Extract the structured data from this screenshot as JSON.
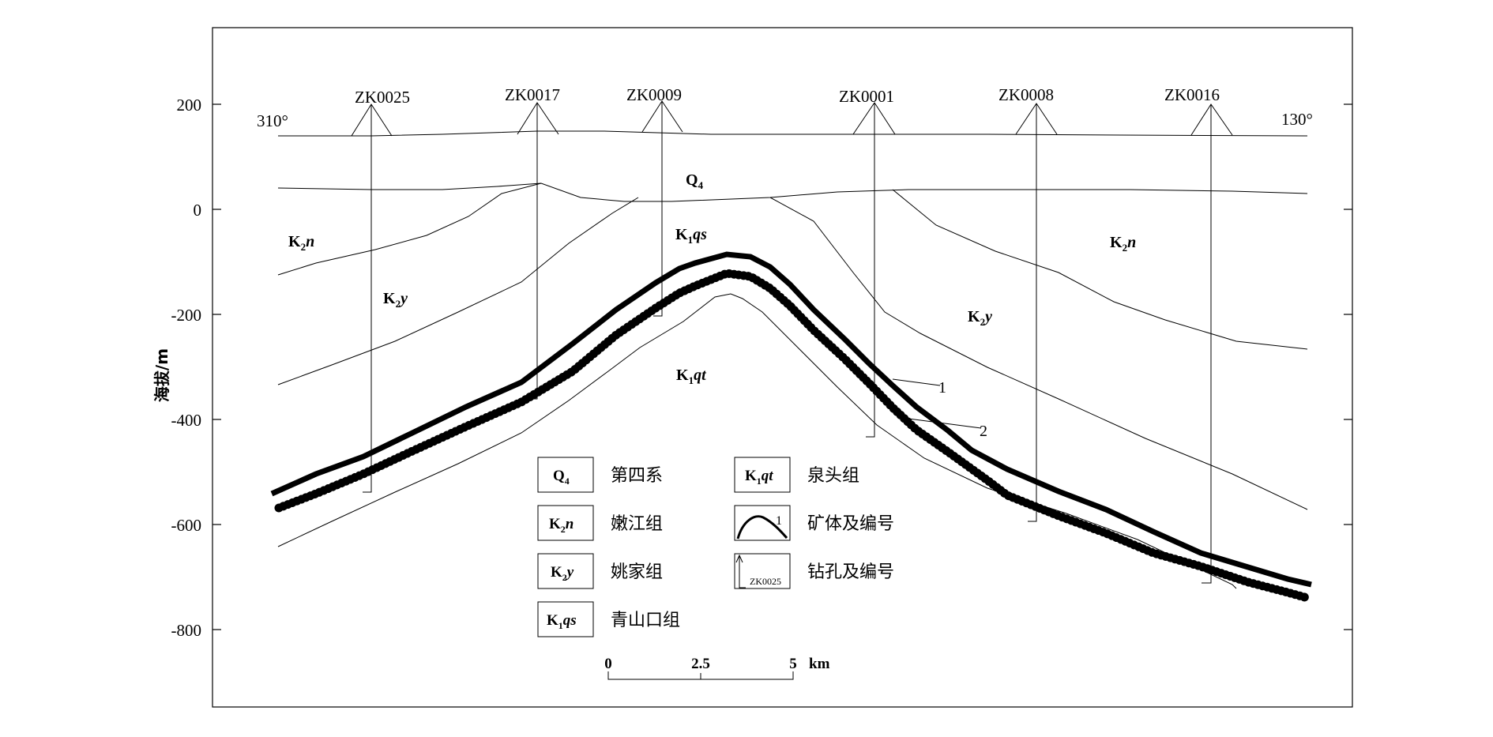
{
  "y_axis": {
    "label": "海拔/m",
    "ticks": [
      "200",
      "0",
      "-200",
      "-400",
      "-600",
      "-800"
    ]
  },
  "directions": {
    "left": "310°",
    "right": "130°"
  },
  "boreholes": [
    "ZK0025",
    "ZK0017",
    "ZK0009",
    "ZK0001",
    "ZK0008",
    "ZK0016"
  ],
  "unit_labels": {
    "q4": {
      "base": "Q",
      "sub": "4",
      "tail": ""
    },
    "k2n_left": {
      "base": "K",
      "sub": "2",
      "tail": "n"
    },
    "k2n_right": {
      "base": "K",
      "sub": "2",
      "tail": "n"
    },
    "k2y_left": {
      "base": "K",
      "sub": "2",
      "tail": "y"
    },
    "k2y_right": {
      "base": "K",
      "sub": "2",
      "tail": "y"
    },
    "k1qs": {
      "base": "K",
      "sub": "1",
      "tail": "qs"
    },
    "k1qt": {
      "base": "K",
      "sub": "1",
      "tail": "qt"
    }
  },
  "orebody_labels": [
    "1",
    "2"
  ],
  "legend": {
    "q4": {
      "symbol_base": "Q",
      "symbol_sub": "4",
      "symbol_tail": "",
      "text": "第四系"
    },
    "k2n": {
      "symbol_base": "K",
      "symbol_sub": "2",
      "symbol_tail": "n",
      "text": "嫩江组"
    },
    "k2y": {
      "symbol_base": "K",
      "symbol_sub": "2",
      "symbol_tail": "y",
      "text": "姚家组"
    },
    "k1qs": {
      "symbol_base": "K",
      "symbol_sub": "1",
      "symbol_tail": "qs",
      "text": "青山口组"
    },
    "k1qt": {
      "symbol_base": "K",
      "symbol_sub": "1",
      "symbol_tail": "qt",
      "text": "泉头组"
    },
    "orebody": {
      "symbol_text": "1",
      "text": "矿体及编号"
    },
    "borehole": {
      "symbol_text": "ZK0025",
      "text": "钻孔及编号"
    }
  },
  "scale_bar": {
    "ticks": [
      "0",
      "2.5",
      "5"
    ],
    "unit": "km"
  }
}
